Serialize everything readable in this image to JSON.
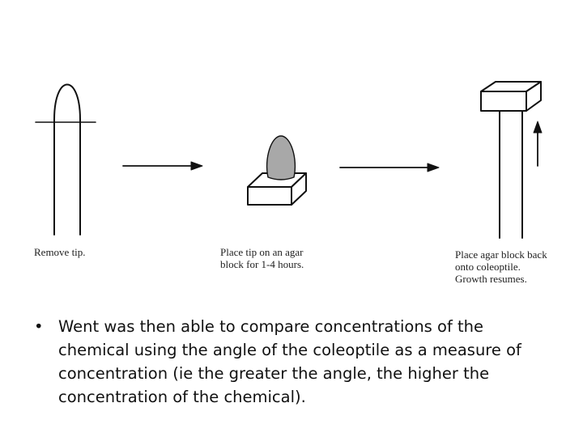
{
  "diagram": {
    "steps": [
      {
        "caption": "Remove tip."
      },
      {
        "caption": "Place tip on an agar\nblock for 1-4 hours."
      },
      {
        "caption": "Place agar block back\nonto coleoptile.\nGrowth resumes."
      }
    ],
    "colors": {
      "stroke": "#111111",
      "tip_fill": "#a8a8a8"
    }
  },
  "bullet": {
    "marker": "•",
    "text": "Went was then able to compare concentrations of the chemical using the angle of the coleoptile as a measure of concentration (ie the greater the angle, the higher the concentration of the chemical)."
  }
}
